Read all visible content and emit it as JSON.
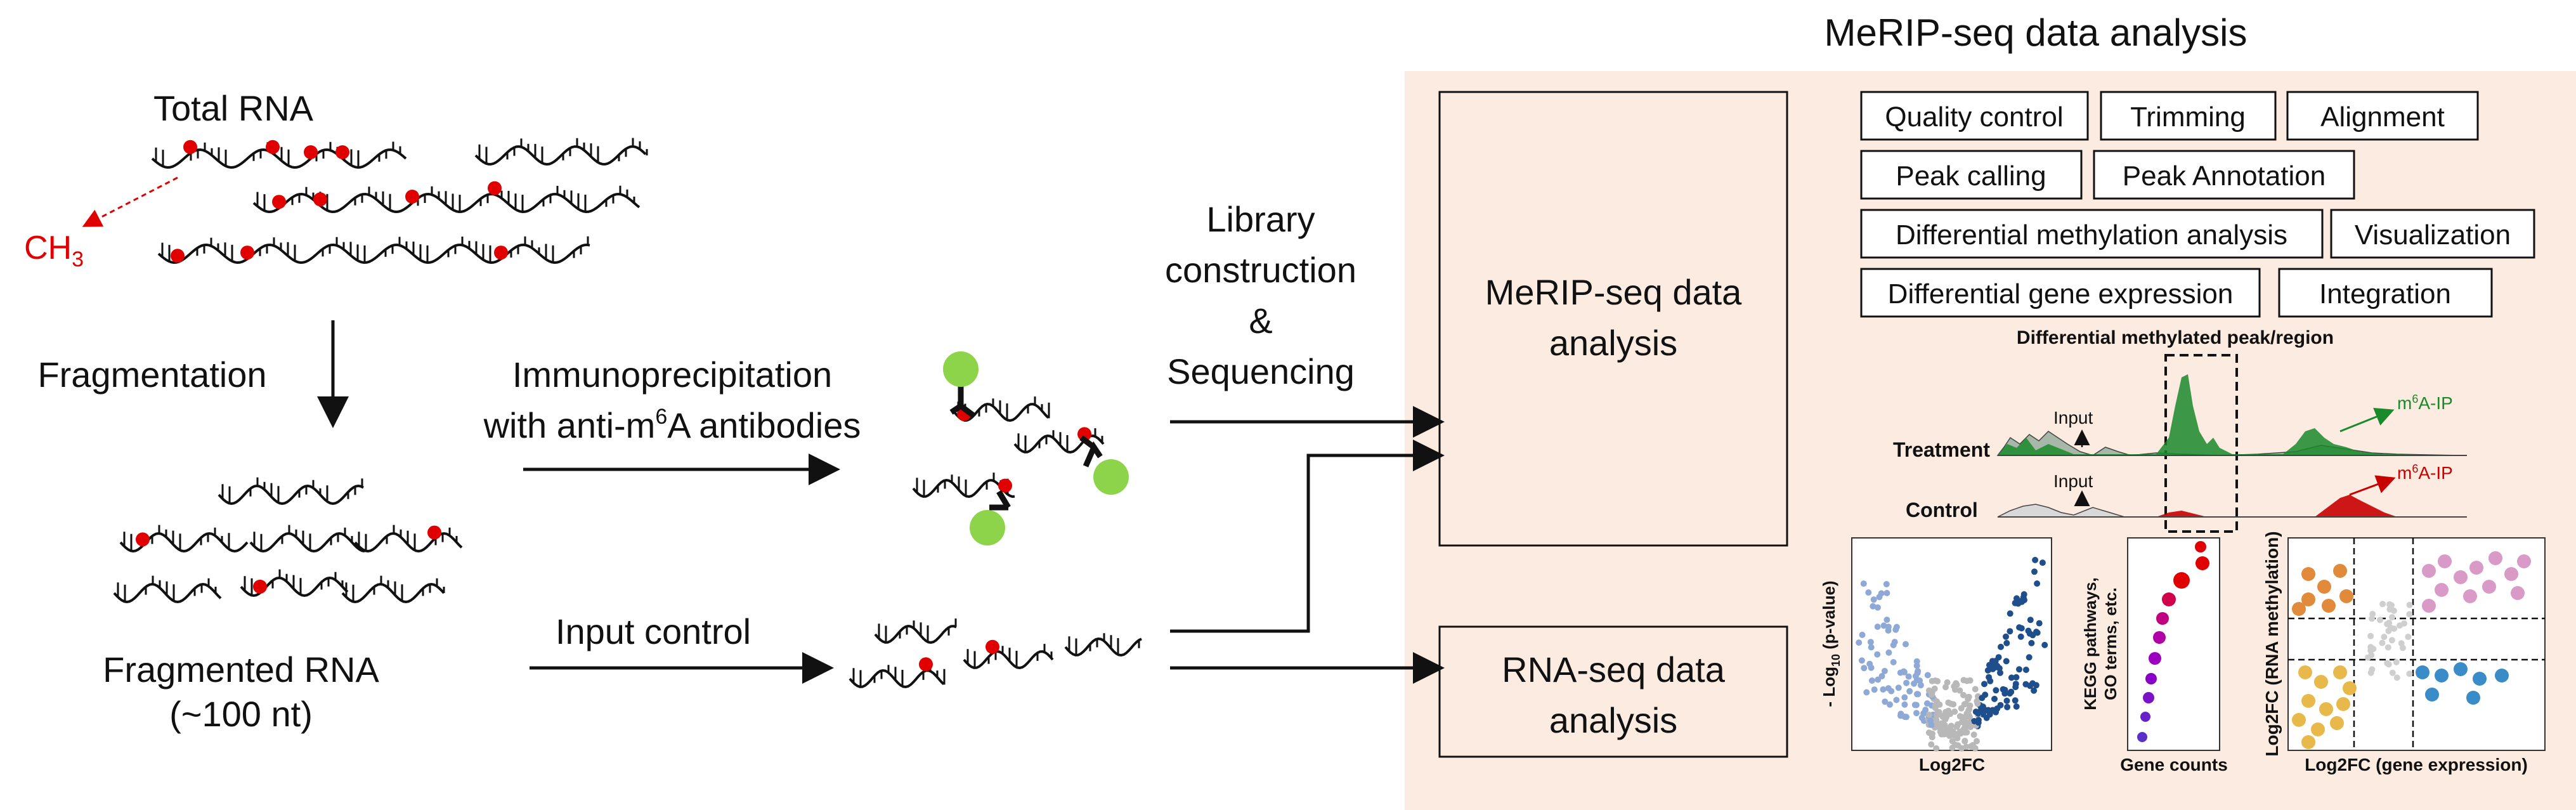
{
  "title": "MeRIP-seq data analysis",
  "left": {
    "total_rna": "Total RNA",
    "ch3": "CH",
    "ch3_sub": "3",
    "fragmentation": "Fragmentation",
    "fragmented_rna": "Fragmented RNA",
    "fragment_size": "(~100 nt)",
    "immuno_line1": "Immunoprecipitation",
    "immuno_line2_pre": "with anti-m",
    "immuno_line2_sup": "6",
    "immuno_line2_post": "A antibodies",
    "input_control": "Input control",
    "library_line1": "Library",
    "library_line2": "construction",
    "library_line3": "&",
    "library_line4": "Sequencing"
  },
  "boxes": {
    "merip_line1": "MeRIP-seq data",
    "merip_line2": "analysis",
    "rnaseq_line1": "RNA-seq data",
    "rnaseq_line2": "analysis"
  },
  "steps": [
    "Quality control",
    "Trimming",
    "Alignment",
    "Peak calling",
    "Peak Annotation",
    "Differential methylation analysis",
    "Visualization",
    "Differential gene expression",
    "Integration"
  ],
  "peaks": {
    "title": "Differential methylated peak/region",
    "treatment": "Treatment",
    "control": "Control",
    "input": "Input",
    "ip_pre": "m",
    "ip_sup": "6",
    "ip_post": "A-IP"
  },
  "volcano": {
    "xlabel": "Log2FC",
    "ylabel_pre": "- Log",
    "ylabel_sub": "10",
    "ylabel_post": " (p-value)"
  },
  "enrichment": {
    "xlabel": "Gene counts",
    "ylabel_line1": "KEGG pathways,",
    "ylabel_line2": "GO terms, etc."
  },
  "quadrant": {
    "xlabel": "Log2FC (gene expression)",
    "ylabel": "Log2FC (RNA methylation)"
  },
  "colors": {
    "panel_bg": "#fcebe0",
    "methyl_dot": "#e00000",
    "antibody": "#8ed44a",
    "treatment_peak": "#1a8a2a",
    "control_peak": "#c80000",
    "volcano_up": "#1f4e8c",
    "volcano_down": "#8fa9d6",
    "quad_pink": "#d99ac8",
    "quad_orange": "#e08a3a",
    "quad_yellow": "#e8b84a",
    "quad_blue": "#3a8cc8"
  }
}
